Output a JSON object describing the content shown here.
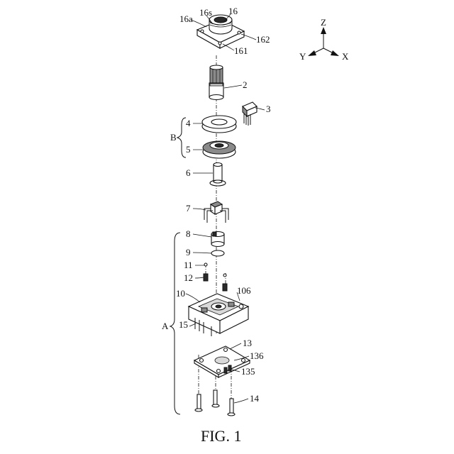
{
  "figure": {
    "caption": "FIG. 1",
    "axes": {
      "z": "Z",
      "y": "Y",
      "x": "X"
    },
    "group_labels": {
      "upper": "B",
      "lower": "A"
    },
    "labels": {
      "l16a": "16a",
      "l16s": "16s",
      "l16": "16",
      "l162": "162",
      "l161": "161",
      "l2": "2",
      "l3": "3",
      "l4": "4",
      "l5": "5",
      "l6": "6",
      "l7": "7",
      "l8": "8",
      "l9": "9",
      "l11": "11",
      "l12": "12",
      "l10": "10",
      "l106": "106",
      "l15": "15",
      "l13": "13",
      "l136": "136",
      "l135": "135",
      "l14": "14"
    }
  }
}
